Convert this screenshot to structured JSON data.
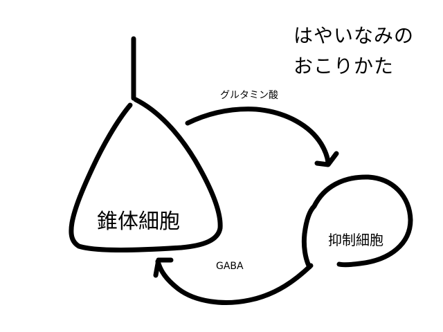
{
  "title": {
    "line1": "はやいなみの",
    "line2": "おこりかた"
  },
  "cells": {
    "cone": "錐体細胞",
    "inhibitory": "抑制細胞"
  },
  "signals": {
    "forward": "グルタミン酸",
    "backward": "GABA"
  },
  "colors": {
    "stroke": "#000000",
    "background": "#ffffff"
  }
}
